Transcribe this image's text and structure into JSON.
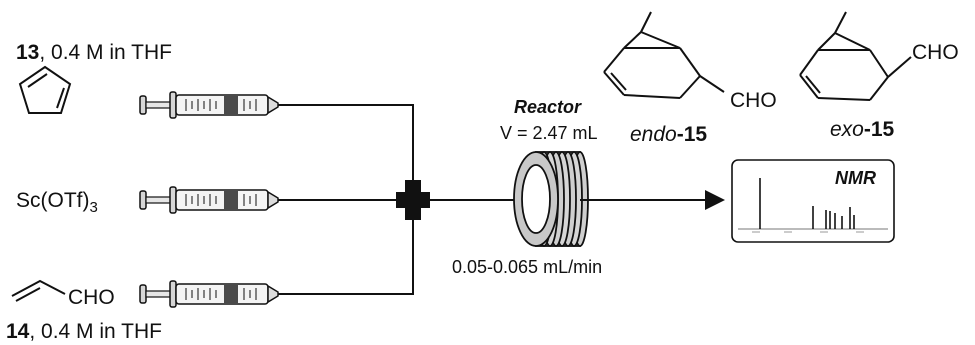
{
  "reagents": {
    "top": {
      "compound_number": "13",
      "description": ", 0.4 M in THF"
    },
    "middle": {
      "name": "Sc(OTf)",
      "subscript": "3"
    },
    "bottom": {
      "compound_number": "14",
      "description": ", 0.4 M in THF",
      "group": "CHO"
    }
  },
  "reactor": {
    "title": "Reactor",
    "volume": "V = 2.47 mL",
    "flow_rate": "0.05-0.065 mL/min"
  },
  "analysis": {
    "label": "NMR"
  },
  "products": {
    "endo": {
      "prefix": "endo",
      "number": "-15",
      "group": "CHO"
    },
    "exo": {
      "prefix": "exo",
      "number": "-15",
      "group": "CHO"
    }
  }
}
